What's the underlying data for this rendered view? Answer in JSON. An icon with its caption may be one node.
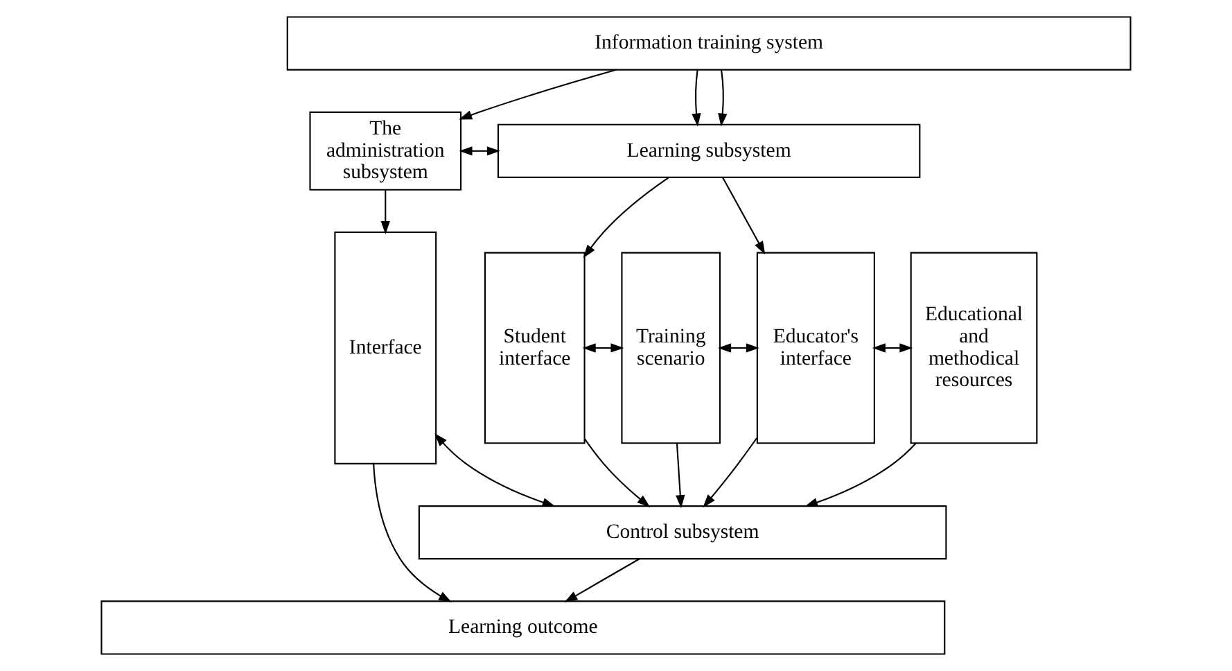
{
  "diagram": {
    "nodes": [
      {
        "text": [
          "Information training system"
        ]
      },
      {
        "text": [
          "The administration subsystem"
        ]
      },
      {
        "text": [
          "Learning subsystem"
        ]
      },
      {
        "text": [
          "Interface"
        ]
      },
      {
        "text": [
          "Student interface"
        ]
      },
      {
        "text": [
          "Training scenario"
        ]
      },
      {
        "text": [
          "Educator's interface"
        ]
      },
      {
        "text": [
          "Educational and methodical resources"
        ]
      },
      {
        "text": [
          "Control subsystem"
        ]
      },
      {
        "text": [
          "Learning outcome"
        ]
      }
    ],
    "edges": [
      {
        "from": 0,
        "to": 1,
        "arrow": "to"
      },
      {
        "from": 0,
        "to": 2,
        "arrow": "to"
      },
      {
        "from": 0,
        "to": 2,
        "arrow": "to"
      },
      {
        "from": 1,
        "to": 2,
        "arrow": "both"
      },
      {
        "from": 1,
        "to": 3,
        "arrow": "to"
      },
      {
        "from": 2,
        "to": 4,
        "arrow": "to"
      },
      {
        "from": 2,
        "to": 6,
        "arrow": "to"
      },
      {
        "from": 4,
        "to": 5,
        "arrow": "both"
      },
      {
        "from": 5,
        "to": 6,
        "arrow": "both"
      },
      {
        "from": 6,
        "to": 7,
        "arrow": "both"
      },
      {
        "from": 4,
        "to": 8,
        "arrow": "to"
      },
      {
        "from": 5,
        "to": 8,
        "arrow": "to"
      },
      {
        "from": 6,
        "to": 8,
        "arrow": "to"
      },
      {
        "from": 7,
        "to": 8,
        "arrow": "to"
      },
      {
        "from": 3,
        "to": 8,
        "arrow": "both"
      },
      {
        "from": 3,
        "to": 9,
        "arrow": "to"
      },
      {
        "from": 8,
        "to": 9,
        "arrow": "to"
      }
    ]
  }
}
